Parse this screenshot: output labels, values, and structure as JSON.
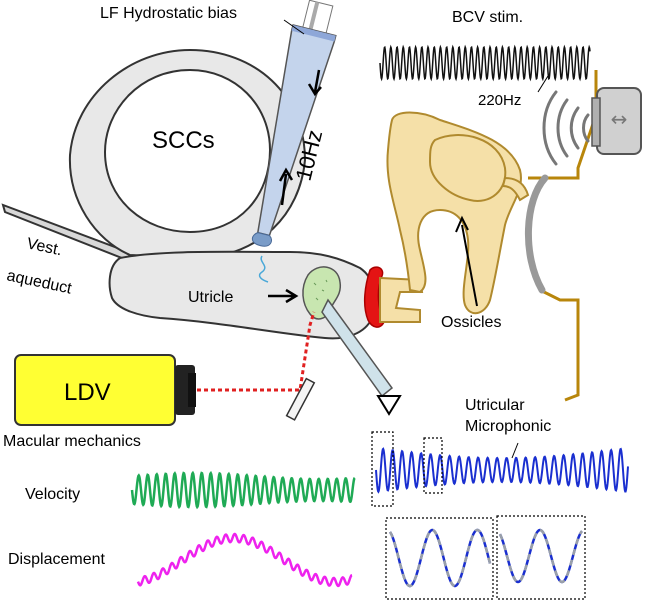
{
  "labels": {
    "lf_bias": "LF Hydrostatic bias",
    "bcv_stim": "BCV stim.",
    "freq_220": "220Hz",
    "sccs": "SCCs",
    "freq_10": "10Hz",
    "vest_aqueduct_line1": "Vest.",
    "vest_aqueduct_line2": "aqueduct",
    "utricle": "Utricle",
    "ossicles": "Ossicles",
    "ldv": "LDV",
    "macular_mechanics": "Macular mechanics",
    "utricular_line1": "Utricular",
    "utricular_line2": "Microphonic",
    "velocity": "Velocity",
    "displacement": "Displacement"
  },
  "colors": {
    "labyrinth_fill": "#e8e8e8",
    "pipette_fill": "#c4d4ec",
    "pipette_fluid": "#8ea7d8",
    "bone": "#f5e0a8",
    "bone_edge": "#b08a2e",
    "window_red": "#e41414",
    "ldv_body": "#ffff33",
    "laser": "#e02020",
    "velocity_trace": "#1faa55",
    "displacement_trace": "#ee22ee",
    "microphonic_trace": "#1a2fd0",
    "fit_dash": "#9aa0a8",
    "macula": "#c8e6b0"
  }
}
